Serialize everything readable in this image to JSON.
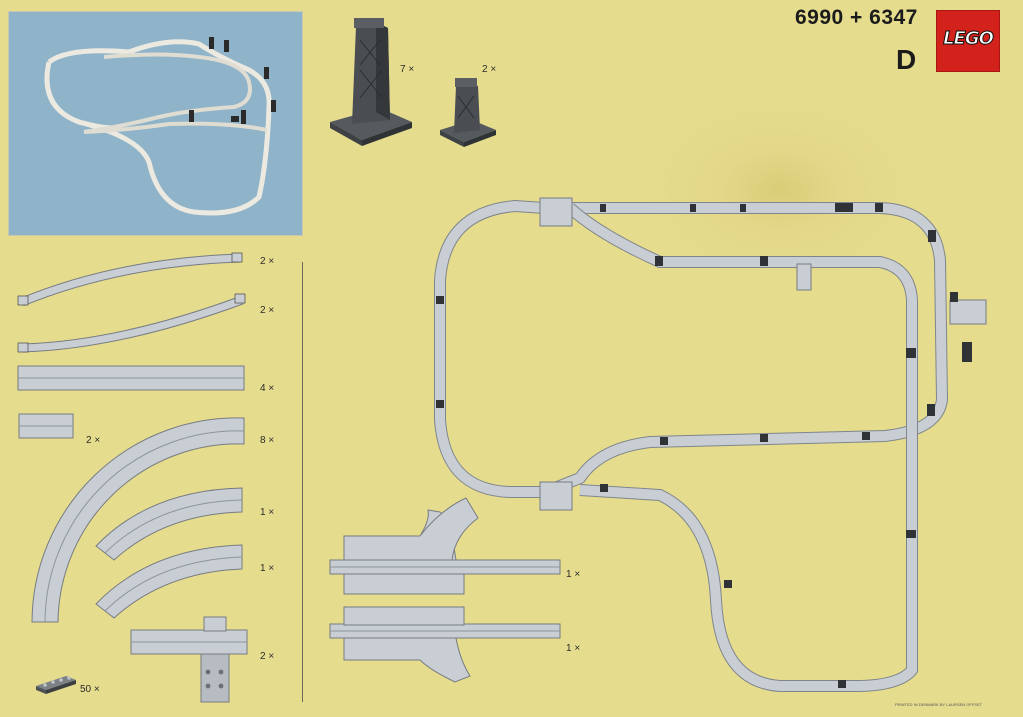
{
  "header": {
    "set_numbers": "6990 + 6347",
    "sheet_letter": "D",
    "logo_text": "LEGO"
  },
  "parts": {
    "tall_support_qty": "7 ×",
    "short_support_qty": "2 ×",
    "curve_ramp_a_qty": "2 ×",
    "curve_ramp_b_qty": "2 ×",
    "straight_qty": "4 ×",
    "short_straight_qty": "2 ×",
    "large_curve_qty": "8 ×",
    "small_curve_a_qty": "1 ×",
    "small_curve_b_qty": "1 ×",
    "t_junction_qty": "2 ×",
    "plate_qty": "50 ×",
    "switch_a_qty": "1 ×",
    "switch_b_qty": "1 ×"
  },
  "credit": "PRINTED IN DENMARK BY LAURSEN OFFSET",
  "colors": {
    "background": "#e6dc8e",
    "track": "#c8ced3",
    "track_edge": "#7f868c",
    "photo_bg": "#8fb3c9",
    "logo_red": "#d2221b"
  },
  "icons": [
    "lego-logo",
    "monorail-photo",
    "tall-support-pillar",
    "short-support-pillar"
  ]
}
